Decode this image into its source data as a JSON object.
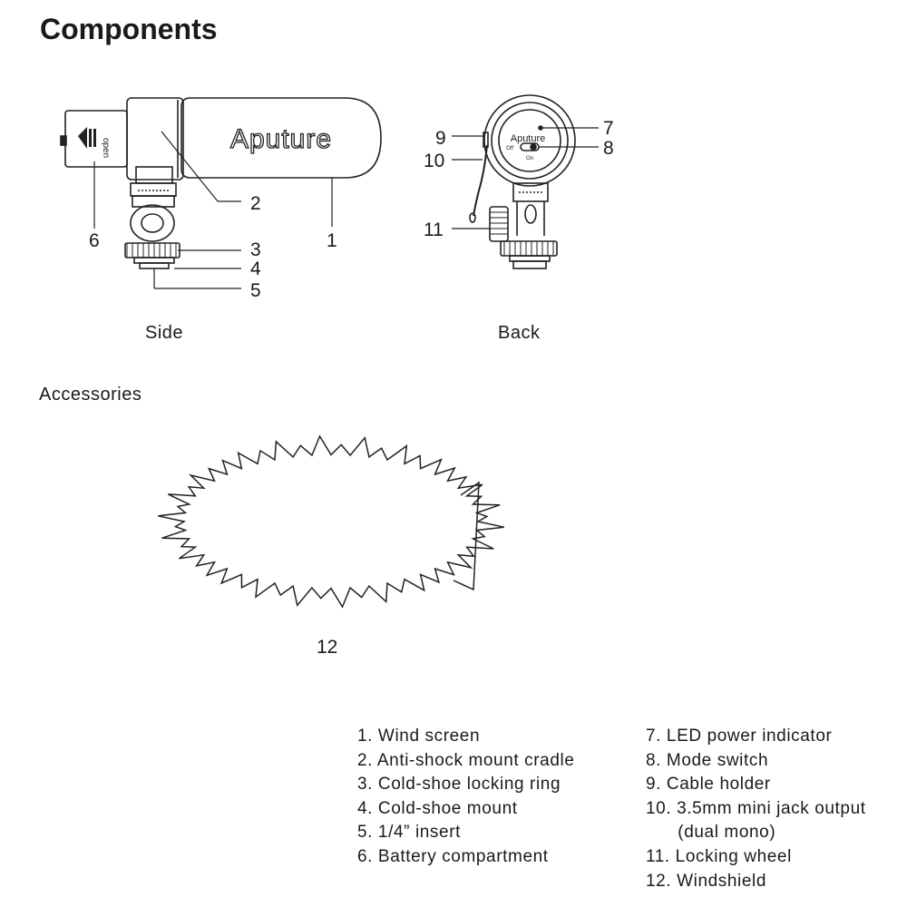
{
  "title": "Components",
  "views": {
    "side": "Side",
    "back": "Back"
  },
  "brand_label": "Aputure",
  "brand_label_small": "Aputure",
  "switch_labels": {
    "off": "Off",
    "on": "On",
    "open": "open"
  },
  "accessories_heading": "Accessories",
  "callouts": {
    "c1": "1",
    "c2": "2",
    "c3": "3",
    "c4": "4",
    "c5": "5",
    "c6": "6",
    "c7": "7",
    "c8": "8",
    "c9": "9",
    "c10": "10",
    "c11": "11",
    "c12": "12"
  },
  "legend": {
    "left": [
      "1. Wind screen",
      "2. Anti-shock mount cradle",
      "3. Cold-shoe locking ring",
      "4. Cold-shoe mount",
      "5. 1/4” insert",
      "6. Battery compartment"
    ],
    "right": [
      "7. LED power indicator",
      "8. Mode switch",
      "9. Cable holder",
      "10. 3.5mm mini jack output",
      "      (dual mono)",
      "11. Locking wheel",
      "12. Windshield"
    ]
  }
}
